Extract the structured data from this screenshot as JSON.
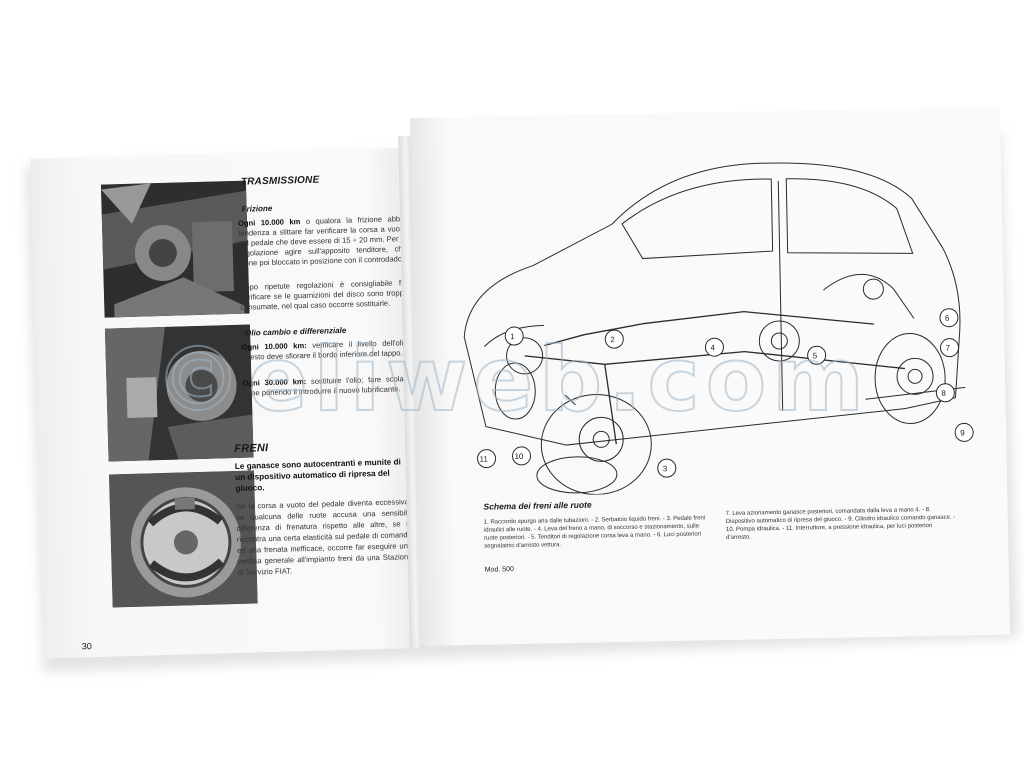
{
  "left_page": {
    "section_trasmissione": {
      "title": "TRASMISSIONE",
      "frizione_title": "Frizione",
      "frizione_p1_bold": "Ogni 10.000 km",
      "frizione_p1": " o qualora la frizione abbia tendenza a slittare far verificare la corsa a vuoto del pedale che deve essere di 15 ÷ 20 mm. Per la regolazione agire sull'apposito tenditore, che viene poi bloccato in posizione con il controdado.",
      "frizione_p2": "Dopo ripetute regolazioni è consigliabile far verificare se le guarnizioni del disco sono troppo consumate, nel qual caso occorre sostituirle.",
      "olio_title": "Olio cambio e differenziale",
      "olio_p1_bold": "Ogni 10.000 km:",
      "olio_p1": " verificare il livello dell'olio; questo deve sfiorare il bordo inferiore del tappo.",
      "olio_p2_bold": "Ogni 30.000 km:",
      "olio_p2": " sostituire l'olio; fare scolare bene ponendo il introdurre il nuovo lubrificante."
    },
    "section_freni": {
      "title": "FRENI",
      "lead": "Le ganasce sono autocentranti e munite di un dispositivo automatico di ripresa del giuoco.",
      "body": "Se la corsa a vuoto del pedale diventa eccessiva, se qualcuna delle ruote accusa una sensibile differenza di frenatura rispetto alle altre, se si riscontra una certa elasticità sul pedale di comando ed una frenata inefficace, occorre far eseguire una verifica generale all'impianto freni da una Stazione di Servizio FIAT."
    },
    "page_number": "30"
  },
  "right_page": {
    "caption_title": "Schema dei freni alle ruote",
    "legend_left": "1. Raccordo spurgo aria dalle tubazioni. - 2. Serbatoio liquido freni. - 3. Pedale freni idraulici alle ruote. - 4. Leva del freno a mano, di soccorso e stazionamento, sulle ruote posteriori. - 5. Tenditori di regolazione corsa leva a mano. - 6. Luci posteriori segnalatrici d'arresto vettura.",
    "legend_right": "7. Leva azionamento ganasce posteriori, comandata dalla leva a mano 4. - 8. Dispositivo automatico di ripresa del giuoco. - 9. Cilindro idraulico comando ganasce. - 10. Pompa idraulica. - 11. Interruttore, a pressione idraulica, per luci posteriori d'arresto.",
    "model": "Mod. 500",
    "callouts": [
      "1",
      "2",
      "3",
      "4",
      "5",
      "6",
      "7",
      "8",
      "9",
      "10",
      "11"
    ]
  },
  "watermark": {
    "text": "©eliweb.com"
  }
}
